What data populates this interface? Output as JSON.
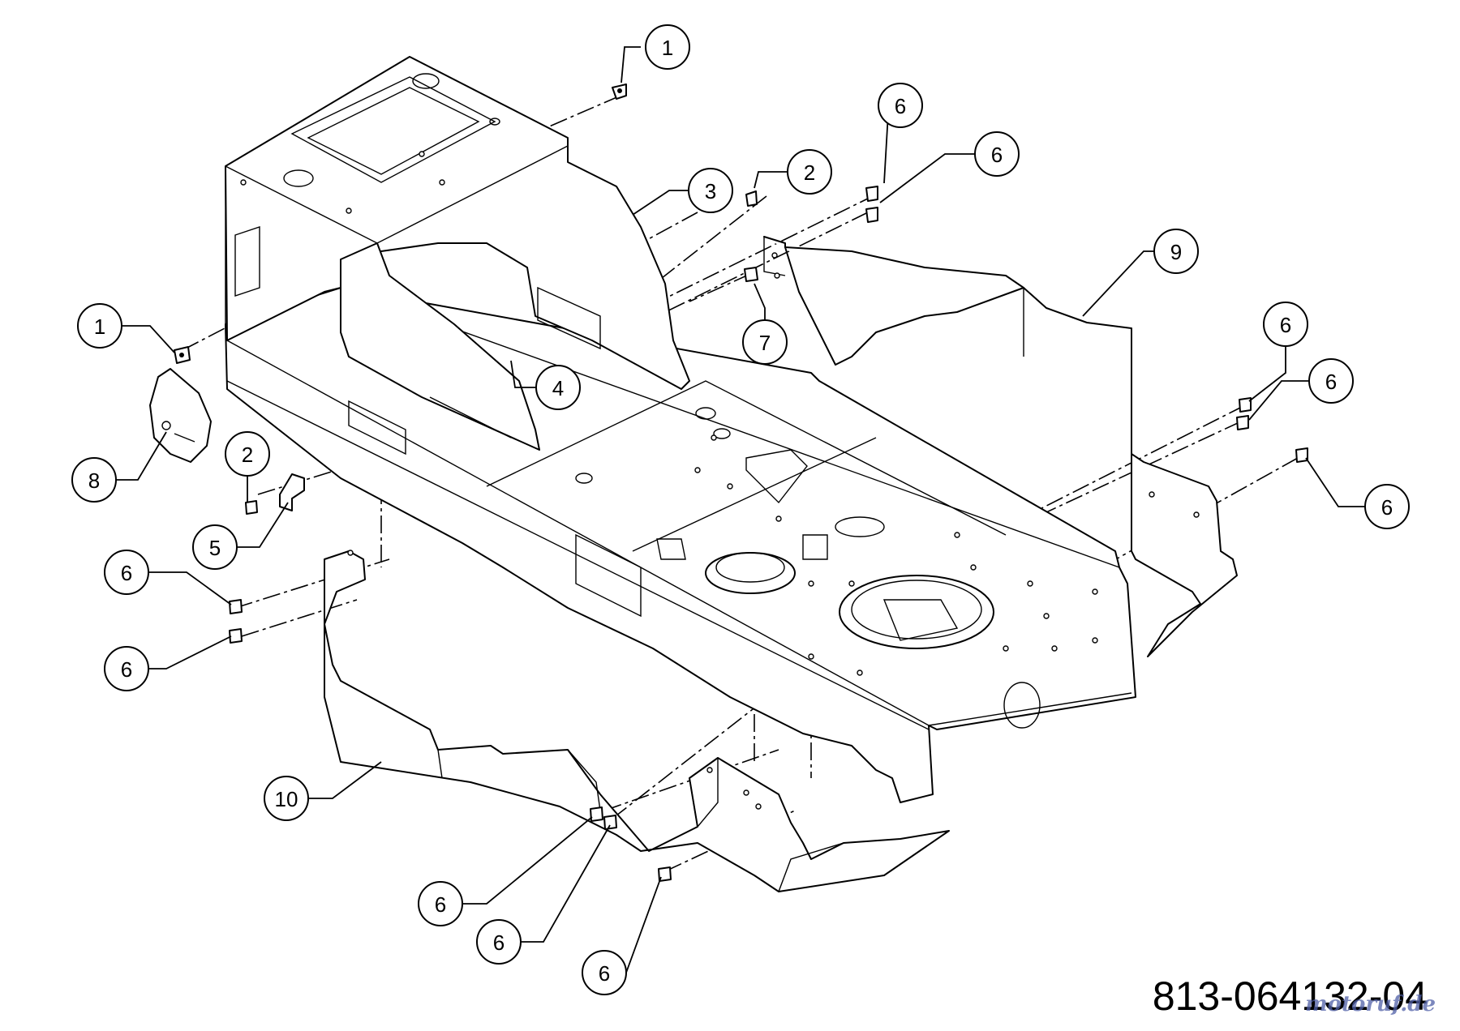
{
  "drawing_number": "813-064132-04",
  "watermark": "motoruf.de",
  "callouts": [
    {
      "label": "1"
    },
    {
      "label": "6"
    },
    {
      "label": "6"
    },
    {
      "label": "2"
    },
    {
      "label": "3"
    },
    {
      "label": "9"
    },
    {
      "label": "1"
    },
    {
      "label": "7"
    },
    {
      "label": "4"
    },
    {
      "label": "6"
    },
    {
      "label": "6"
    },
    {
      "label": "8"
    },
    {
      "label": "2"
    },
    {
      "label": "6"
    },
    {
      "label": "5"
    },
    {
      "label": "6"
    },
    {
      "label": "6"
    },
    {
      "label": "10"
    },
    {
      "label": "6"
    },
    {
      "label": "6"
    },
    {
      "label": "6"
    }
  ]
}
